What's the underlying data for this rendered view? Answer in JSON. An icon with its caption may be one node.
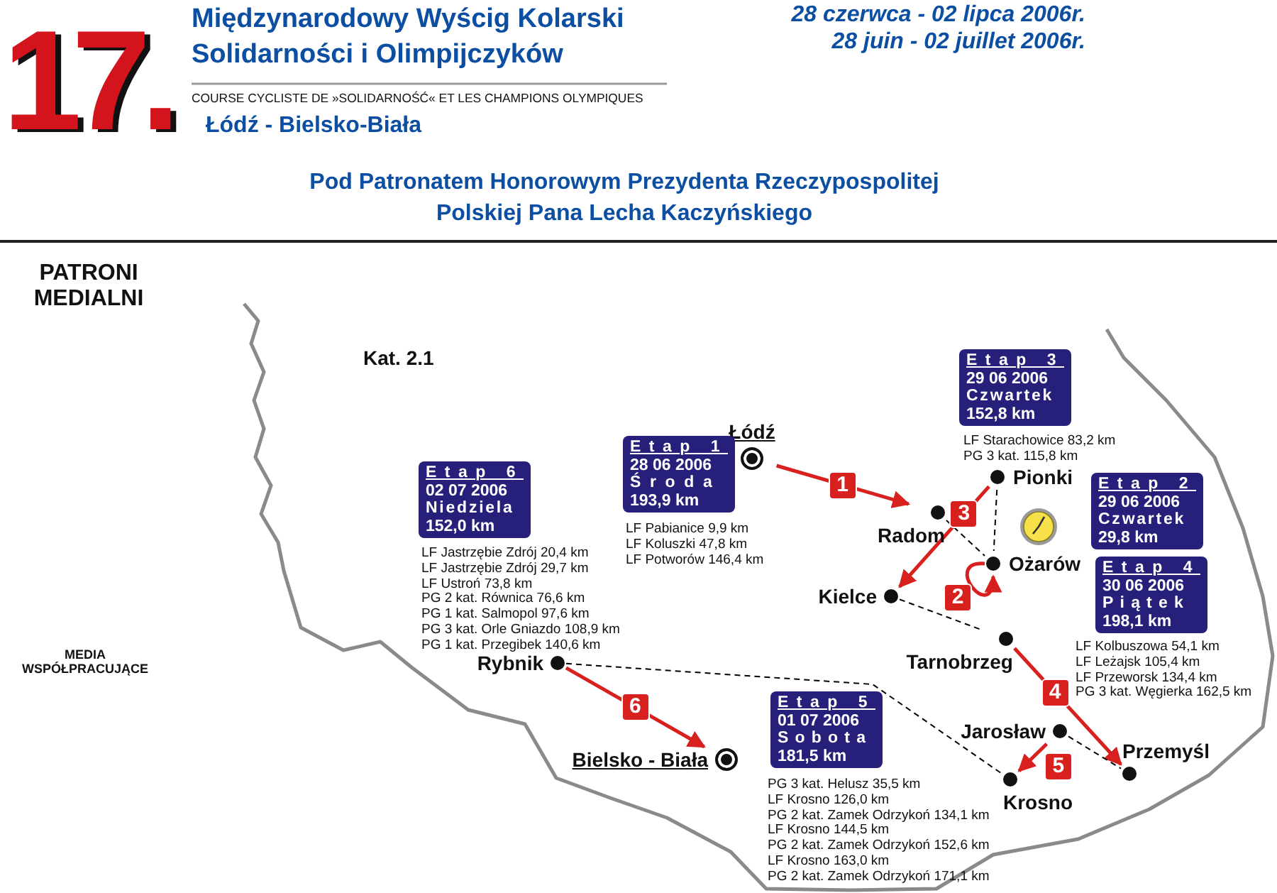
{
  "diagram": {
    "title": "Międzynarodowy Wyścig Kolarski Solidarności i Olimpijczyków",
    "nodes": [
      {
        "text": [
          "Etap 3",
          "29 06 2006",
          "Czwartek",
          "152,8 km"
        ],
        "beside": [
          "LF Starachowice 83,2 km",
          "PG 3 kat. 115,8 km"
        ]
      },
      {
        "text": [
          "Łódź"
        ]
      },
      {
        "text": [
          "Etap 1",
          "28 06 2006",
          "Środa",
          "193,9 km"
        ],
        "beside": [
          "LF Pabianice 9,9 km",
          "LF Koluszki 47,8 km",
          "LF Potworów 146,4 km"
        ]
      },
      {
        "text": [
          "Etap 6",
          "02 07 2006",
          "Niedziela",
          "152,0 km"
        ],
        "beside": [
          "LF Jastrzębie Zdrój 20,4 km",
          "LF Jastrzębie Zdrój 29,7 km",
          "LF Ustroń 73,8 km",
          "PG 2 kat. Równica 76,6 km",
          "PG 1 kat. Salmopol 97,6 km",
          "PG 3 kat. Orle Gniazdo 108,9 km",
          "PG 1 kat. Przegibek 140,6 km"
        ]
      },
      {
        "text": [
          "Pionki"
        ]
      },
      {
        "text": [
          "Etap 2",
          "29 06 2006",
          "Czwartek",
          "29,8 km"
        ]
      },
      {
        "text": [
          "Radom"
        ]
      },
      {
        "text": [
          "Ożarów"
        ]
      },
      {
        "text": [
          "Etap 4",
          "30 06 2006",
          "Piątek",
          "198,1 km"
        ],
        "beside": [
          "LF Kolbuszowa 54,1 km",
          "LF Leżajsk 105,4 km",
          "LF Przeworsk 134,4 km",
          "PG 3 kat. Węgierka 162,5 km"
        ]
      },
      {
        "text": [
          "Kielce"
        ]
      },
      {
        "text": [
          "Tarnobrzeg"
        ]
      },
      {
        "text": [
          "Rybnik"
        ]
      },
      {
        "text": [
          "Etap 5",
          "01 07 2006",
          "Sobota",
          "181,5 km"
        ],
        "beside": [
          "PG 3 kat. Helusz 35,5 km",
          "LF Krosno 126,0 km",
          "PG 2 kat. Zamek Odrzykoń 134,1 km",
          "LF Krosno 144,5 km",
          "PG 2 kat. Zamek Odrzykoń 152,6 km",
          "LF Krosno 163,0 km",
          "PG 2 kat. Zamek Odrzykoń 171,1 km"
        ]
      },
      {
        "text": [
          "Jarosław"
        ]
      },
      {
        "text": [
          "Przemyśl"
        ]
      },
      {
        "text": [
          "Bielsko - Biała"
        ]
      },
      {
        "text": [
          "Krosno"
        ]
      }
    ],
    "edges": [
      {
        "from": 1,
        "to": 6,
        "arrow": "to",
        "label": "1"
      },
      {
        "from": 7,
        "to": 7,
        "arrow": "to",
        "label": "2"
      },
      {
        "from": 4,
        "to": 9,
        "arrow": "to",
        "label": "3"
      },
      {
        "from": 10,
        "to": 14,
        "arrow": "to",
        "label": "4"
      },
      {
        "from": 13,
        "to": 16,
        "arrow": "to",
        "label": "5"
      },
      {
        "from": 11,
        "to": 15,
        "arrow": "to",
        "label": "6"
      },
      {
        "from": 6,
        "to": 7,
        "arrow": "none",
        "style": "dashed",
        "color": "#000000"
      },
      {
        "from": 4,
        "to": 7,
        "arrow": "none",
        "style": "dashed",
        "color": "#000000"
      },
      {
        "from": 9,
        "to": 10,
        "arrow": "none",
        "style": "dashed",
        "color": "#000000"
      },
      {
        "from": 13,
        "to": 14,
        "arrow": "none",
        "style": "dashed",
        "color": "#000000"
      },
      {
        "from": 11,
        "to": 16,
        "arrow": "none",
        "style": "dashed",
        "color": "#000000"
      }
    ],
    "labels": [
      "17.",
      "28 czerwca - 02 lipca 2006r.",
      "28 juin - 02 juillet 2006r.",
      "COURSE CYCLISTE DE »SOLIDARNOŚĆ« ET LES CHAMPIONS OLYMPIQUES",
      "Łódź - Bielsko-Biała",
      "Pod Patronatem Honorowym Prezydenta Rzeczypospolitej Polskiej Pana Lecha Kaczyńskiego",
      "PATRONI MEDIALNI",
      "Kat. 2.1",
      "MEDIA WSPÓŁPRACUJĄCE"
    ]
  }
}
